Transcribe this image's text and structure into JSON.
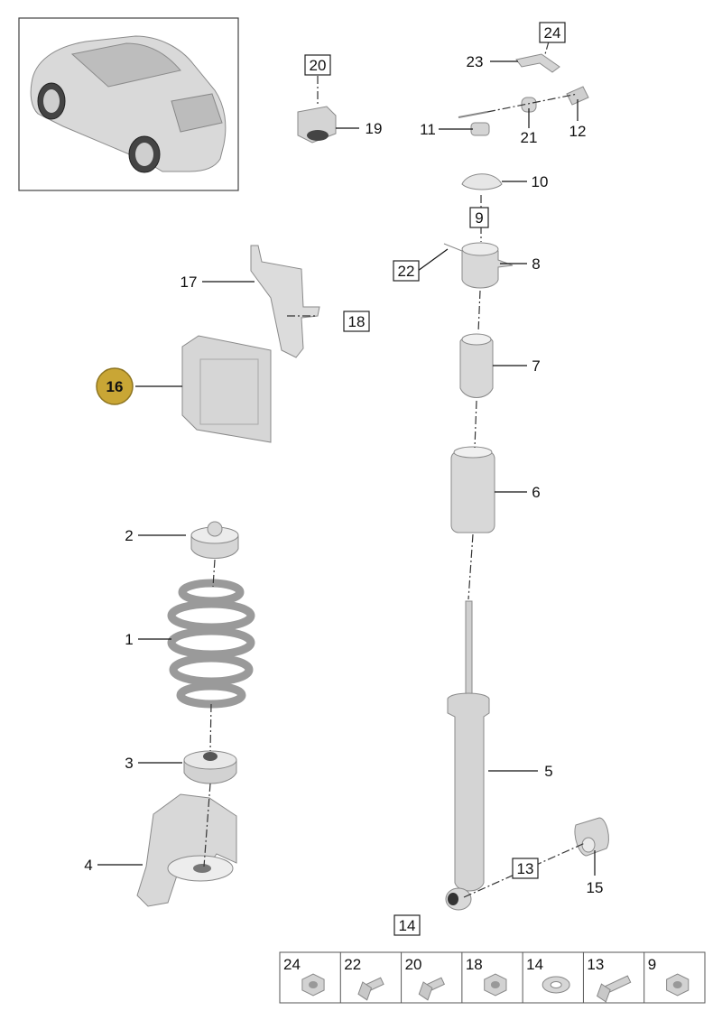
{
  "callouts": [
    {
      "id": "c1",
      "text": "1",
      "boxed": false
    },
    {
      "id": "c2",
      "text": "2",
      "boxed": false
    },
    {
      "id": "c3",
      "text": "3",
      "boxed": false
    },
    {
      "id": "c4",
      "text": "4",
      "boxed": false
    },
    {
      "id": "c5",
      "text": "5",
      "boxed": false
    },
    {
      "id": "c6",
      "text": "6",
      "boxed": false
    },
    {
      "id": "c7",
      "text": "7",
      "boxed": false
    },
    {
      "id": "c8",
      "text": "8",
      "boxed": false
    },
    {
      "id": "c9",
      "text": "9",
      "boxed": true
    },
    {
      "id": "c10",
      "text": "10",
      "boxed": false
    },
    {
      "id": "c11",
      "text": "11",
      "boxed": false
    },
    {
      "id": "c12",
      "text": "12",
      "boxed": false
    },
    {
      "id": "c13",
      "text": "13",
      "boxed": true
    },
    {
      "id": "c14",
      "text": "14",
      "boxed": true
    },
    {
      "id": "c15",
      "text": "15",
      "boxed": false
    },
    {
      "id": "c16",
      "text": "16",
      "highlighted": true
    },
    {
      "id": "c17",
      "text": "17",
      "boxed": false
    },
    {
      "id": "c18",
      "text": "18",
      "boxed": true
    },
    {
      "id": "c19",
      "text": "19",
      "boxed": false
    },
    {
      "id": "c20",
      "text": "20",
      "boxed": true
    },
    {
      "id": "c21",
      "text": "21",
      "boxed": false
    },
    {
      "id": "c22",
      "text": "22",
      "boxed": true
    },
    {
      "id": "c23",
      "text": "23",
      "boxed": false
    },
    {
      "id": "c24",
      "text": "24",
      "boxed": true
    }
  ],
  "fastener_table": [
    "24",
    "22",
    "20",
    "18",
    "14",
    "13",
    "9"
  ],
  "colors": {
    "highlight_fill": "#c9a635",
    "highlight_stroke": "#8d7420",
    "part_fill": "#dcdcdc",
    "part_dark": "#b9b9b9",
    "line": "#111111"
  }
}
